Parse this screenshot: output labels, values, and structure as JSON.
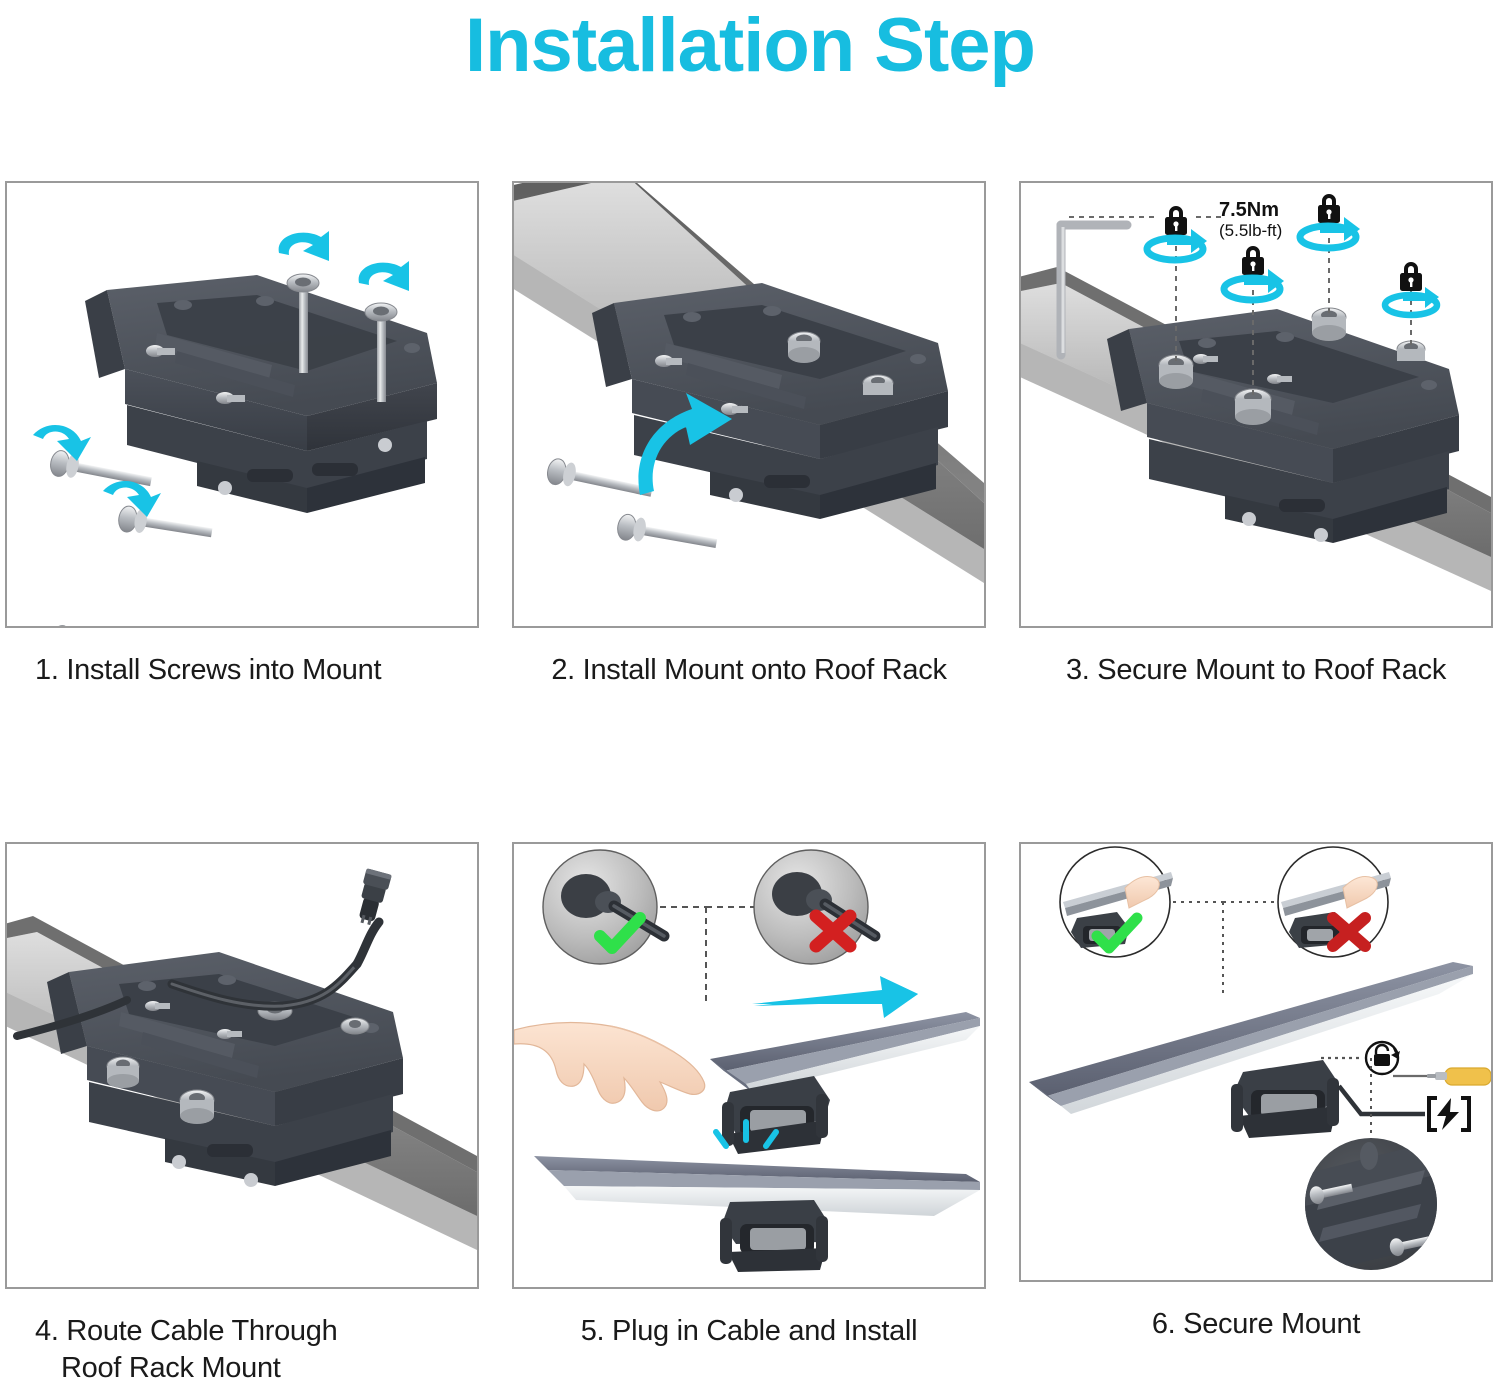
{
  "title": "Installation Step",
  "accent_color": "#17bde0",
  "panel_border_color": "#9a9a9a",
  "steps": [
    {
      "number": "1",
      "caption": "1. Install Screws into Mount",
      "icons": [
        "rotate-arrow-icon",
        "screw-icon",
        "mount-bracket-icon"
      ]
    },
    {
      "number": "2",
      "caption": "2. Install Mount onto Roof Rack",
      "icons": [
        "curved-arrow-icon",
        "roof-rack-rail-icon",
        "mount-bracket-icon"
      ]
    },
    {
      "number": "3",
      "caption": "3. Secure Mount to Roof Rack",
      "icons": [
        "allen-key-icon",
        "lock-icon",
        "rotation-ring-icon"
      ],
      "annotation": {
        "torque_nm": "7.5Nm",
        "torque_lbft": "(5.5lb-ft)"
      }
    },
    {
      "number": "4",
      "caption": "4. Route Cable Through\nRoof Rack Mount",
      "caption_line1": "4. Route Cable Through",
      "caption_line2": "Roof Rack Mount",
      "icons": [
        "cable-icon",
        "connector-icon",
        "mount-bracket-icon"
      ]
    },
    {
      "number": "5",
      "caption": "5. Plug in Cable and Install",
      "icons": [
        "hand-icon",
        "arrow-right-icon",
        "check-icon",
        "cross-icon",
        "snap-icon"
      ],
      "insets": [
        {
          "name": "correct-plug",
          "mark": "check",
          "mark_color": "#2fe04a"
        },
        {
          "name": "incorrect-plug",
          "mark": "cross",
          "mark_color": "#d32020"
        }
      ]
    },
    {
      "number": "6",
      "caption": "6. Secure Mount",
      "icons": [
        "lock-rotate-icon",
        "screwdriver-icon",
        "battery-charge-icon",
        "check-icon",
        "cross-icon"
      ],
      "insets": [
        {
          "name": "correct-grip",
          "mark": "check",
          "mark_color": "#2fe04a"
        },
        {
          "name": "incorrect-grip",
          "mark": "cross",
          "mark_color": "#c62020"
        }
      ]
    }
  ]
}
